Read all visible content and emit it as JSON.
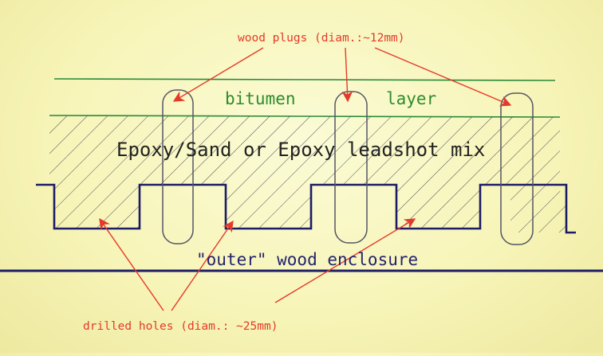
{
  "labels": {
    "wood_plugs": "wood plugs (diam.:~12mm)",
    "bitumen_word1": "bitumen",
    "bitumen_word2": "layer",
    "mix": "Epoxy/Sand or Epoxy leadshot mix",
    "outer": "\"outer\" wood enclosure",
    "drilled_holes": "drilled holes (diam.: ~25mm)"
  },
  "colors": {
    "green_line": "#2a8a3a",
    "green_text": "#2e8b2e",
    "outline": "#1c1c66",
    "hatch": "#4b4b55",
    "red": "#e53a2a",
    "plug_outline": "#555566",
    "enclosure_text": "#23236e"
  }
}
